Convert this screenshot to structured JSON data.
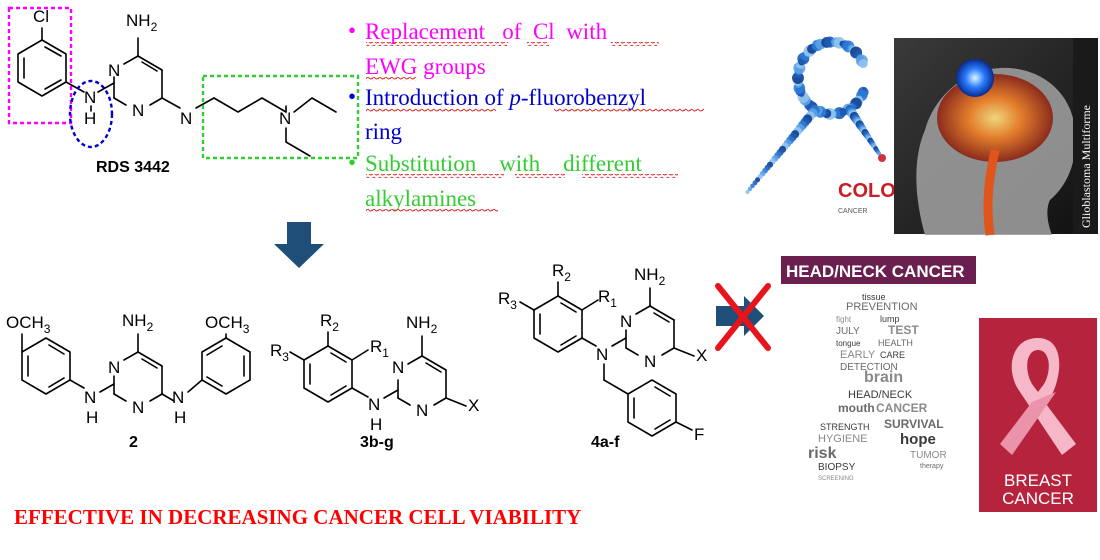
{
  "top_structure": {
    "name": "RDS 3442",
    "atoms": {
      "cl": "Cl",
      "nh2": "NH2",
      "n": "N",
      "h": "H",
      "nh": "N"
    }
  },
  "bullets": [
    {
      "text": "Replacement of Cl with EWG groups",
      "line1": "Replacement   of  Cl  with",
      "line2": "EWG groups",
      "color": "#ff00ff"
    },
    {
      "text": "Introduction of p-fluorobenzyl ring",
      "line1a": "Introduction",
      "line1b": " of ",
      "line1c": "p",
      "line1d": "-",
      "line1e": "fluorobenzyl",
      "line2": "ring",
      "color": "#0000cc"
    },
    {
      "text": "Substitution with different alkylamines",
      "line1": "Substitution    with    different",
      "line2": "alkylamines",
      "color": "#33cc33"
    }
  ],
  "compounds": [
    {
      "label": "2",
      "substituent": "OCH3"
    },
    {
      "label": "3b-g",
      "r1": "R1",
      "r2": "R2",
      "r3": "R3",
      "x": "X"
    },
    {
      "label": "4a-f",
      "r1": "R1",
      "r2": "R2",
      "r3": "R3",
      "x": "X",
      "f": "F"
    }
  ],
  "images": {
    "colon": {
      "title": "COLON",
      "subtitle": "CANCER"
    },
    "glioblastoma": {
      "caption": "Glioblastoma Multiforme"
    },
    "head_neck": {
      "banner": "HEAD/NECK CANCER",
      "words": [
        "tissue",
        "PREVENTION",
        "fight",
        "lump",
        "JULY",
        "TEST",
        "tongue",
        "HEALTH",
        "EARLY",
        "CARE",
        "DETECTION",
        "brain",
        "HEAD/NECK",
        "mouth",
        "CANCER",
        "STRENGTH",
        "SURVIVAL",
        "HYGIENE",
        "hope",
        "risk",
        "TUMOR",
        "BIOPSY",
        "therapy",
        "SCREENING"
      ]
    },
    "breast": {
      "line1": "BREAST",
      "line2": "CANCER"
    }
  },
  "conclusion": "EFFECTIVE IN DECREASING CANCER CELL VIABILITY",
  "colors": {
    "magenta": "#ff00ff",
    "blue": "#0000cc",
    "green": "#33cc33",
    "red": "#e8141c",
    "arrow_blue": "#1f4e79",
    "conclusion_red": "#ff0000",
    "banner_purple": "#6b1f4f",
    "breast_bg": "#b5243c"
  }
}
